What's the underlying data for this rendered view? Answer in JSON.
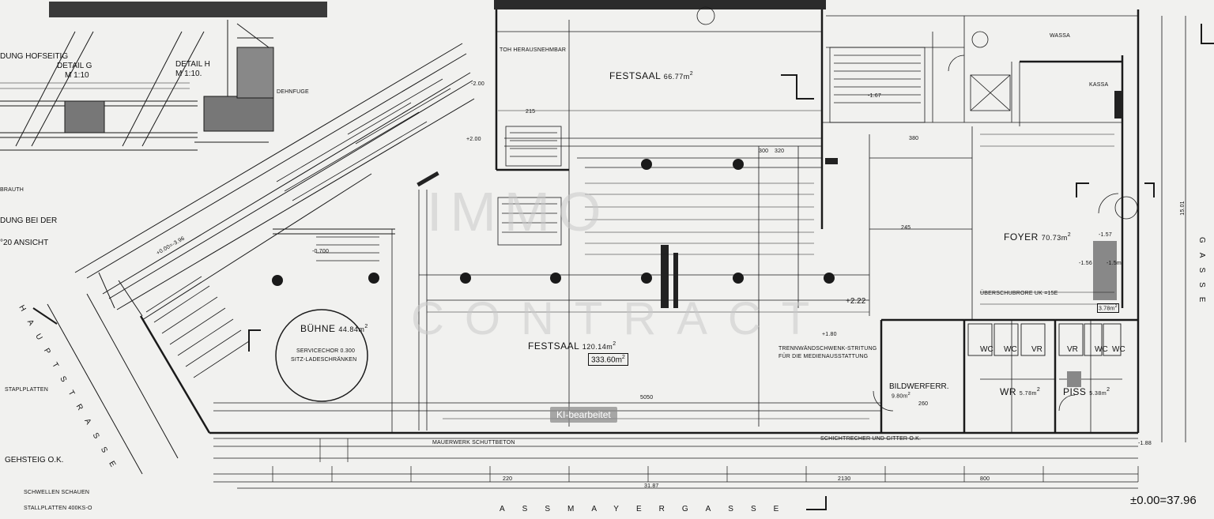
{
  "rooms": {
    "festsaal_top": {
      "name": "FESTSAAL",
      "area": "66.77m",
      "unit": "2"
    },
    "festsaal_main": {
      "name": "FESTSAAL",
      "area": "120.14m",
      "unit": "2",
      "total": "333.60m",
      "total_unit": "2"
    },
    "buehne": {
      "name": "BÜHNE",
      "area": "44.84m",
      "unit": "2"
    },
    "foyer": {
      "name": "FOYER",
      "area": "70.73m",
      "unit": "2"
    },
    "bildwerferr": {
      "name": "BILDWERFERR.",
      "area": "9.80m",
      "unit": "2"
    },
    "wr": {
      "name": "WR",
      "area": "5.78m",
      "unit": "2"
    },
    "piss": {
      "name": "PISS",
      "area": "5.38m",
      "unit": "2"
    },
    "wc1": {
      "name": "WC"
    },
    "wc2": {
      "name": "WC"
    },
    "vr1": {
      "name": "VR"
    },
    "vr2": {
      "name": "VR"
    },
    "wc3": {
      "name": "WC"
    },
    "wc4": {
      "name": "WC"
    },
    "kassa": {
      "name": "KASSA"
    },
    "small_area": {
      "area": "3.78m",
      "unit": "2"
    }
  },
  "details": {
    "hofseitig": "DUNG HOFSEITIG",
    "detail_g": "DETAIL G",
    "detail_g_scale": "M 1:10",
    "detail_h": "DETAIL H",
    "detail_h_scale": "M 1:10.",
    "dehnfuge": "DEHNFUGE",
    "bei_der": "DUNG BEI DER",
    "ansicht": "°20  ANSICHT",
    "brauth": "BRAUTH"
  },
  "notes": {
    "staplplatten": "STAPLPLATTEN",
    "gehsteig": "GEHSTEIG O.K.",
    "schwellen": "SCHWELLEN SCHAUEN",
    "stallplatten": "STALLPLATTEN 400KS-O",
    "servicechor": "SERVICECHOR  0.300",
    "sitzladen": "SITZ-LADESCHRÄNKEN",
    "mauerwerk": "MAUERWERK SCHUTTBETON",
    "schichtrecher": "SCHICHTRECHER UND GITTER O.K.",
    "ueberschubrore": "ÜBERSCHUBRORE UK =15E",
    "trennwand": "TRENNWÄNDSCHWENK-STRITUNG",
    "medienausstatt": "FÜR DIE MEDIENAUSSTATTUNG",
    "herausziehbar": "KI-bearbeitet",
    "wassa": "WASSA",
    "herausnehmbar": "TOH HERAUSNEHMBAR"
  },
  "elevations": {
    "e1": "-0.700",
    "e2": "-1.67",
    "e3": "+2.22",
    "e4": "+0.00=-3.96",
    "e5": "-1.57",
    "e6": "-1.56",
    "e7": "-1.88",
    "e8": "+2.00",
    "e9": "-2.00",
    "base": "±0.00=37.96",
    "e10": "+1.80",
    "e11": "-1.5m"
  },
  "dims": {
    "d1": "31.87",
    "d2": "15.01",
    "d3": "5050",
    "d4": "300",
    "d5": "220",
    "d6": "260",
    "d7": "215",
    "d8": "245",
    "d9": "380",
    "d10": "320",
    "d11": "2130",
    "d12": "800"
  },
  "street": "ASSMAYERGASSE",
  "street_right": "GASSE",
  "street_left": "HAUPTSTRASSE",
  "badge": "KI-bearbeitet",
  "watermark": {
    "line1": "IMMO",
    "line2": "CONTRACT"
  }
}
